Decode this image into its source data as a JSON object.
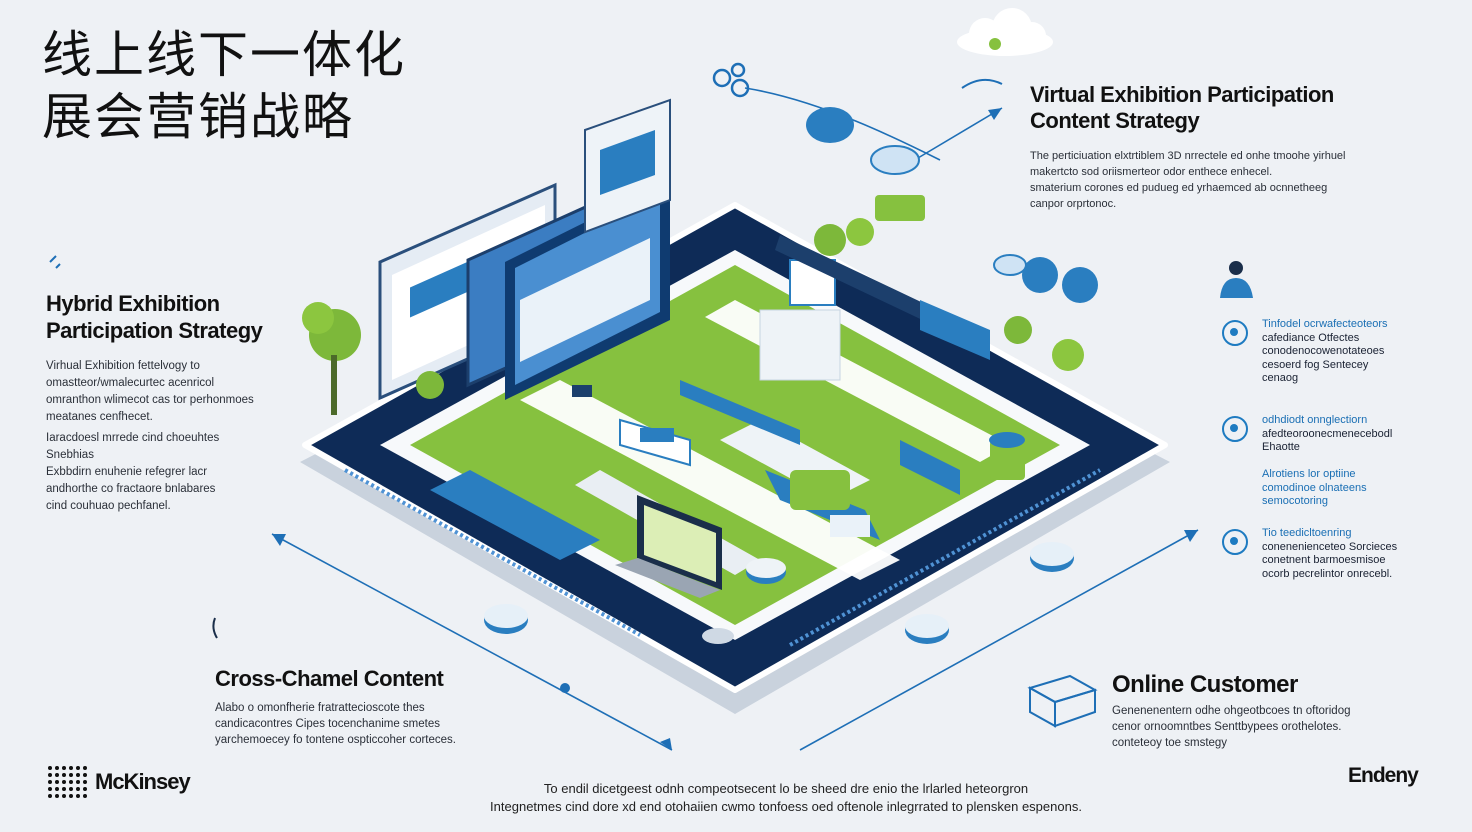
{
  "title": {
    "line1": "线上线下一体化",
    "line2": "展会营销战略"
  },
  "virtual": {
    "title1": "Virtual Exhibition Participation",
    "title2": "Content Strategy",
    "body": [
      "The perticiuation elxtrtiblem  3D nrrectele  ed onhe tmoohe yirhuel",
      "makertcto sod oriismerteor odor enthece enhecel.",
      "smaterium corones ed pudueg ed yrhaemced ab ocnnetheeg",
      "canpor orprtonoc."
    ]
  },
  "hybrid": {
    "title1": "Hybrid Exhibition",
    "title2": "Participation Strategy",
    "body": [
      "Virhual Exhibition fettelvogy to",
      "omastteor/wmalecurtec acenricol",
      "omranthon wlimecot cas tor perhonmoes",
      "meatanes cenfhecet.",
      "Iaracdoesl mrrede cind choeuhtes",
      "Snebhias",
      "Exbbdirn enuhenie refegrer lacr",
      "andhorthe co fractaore bnlabares",
      "cind couhuao pechfanel."
    ]
  },
  "cross": {
    "title": "Cross-Chamel Content",
    "body": [
      "Alabo o omonfherie fratrattecioscote thes",
      "candicacontres Cipes tocenchanime smetes",
      "yarchemoecey fo tontene ospticcoher corteces."
    ]
  },
  "online": {
    "title": "Online Customer",
    "body": [
      "Genenenentern odhe ohgeotbcoes tn oftoridog",
      "cenor ornoomntbes Senttbypees orothelotes.",
      "conteteoy toe smstegy"
    ]
  },
  "features": [
    {
      "lines": [
        "Tinfodel ocrwafecteoteors",
        "cafediance Otfectes",
        "conodenocowenotateoes",
        "cesoerd fog Sentecey",
        "cenaog"
      ]
    },
    {
      "lines": [
        "odhdiodt onnglectiorn",
        "afedteoroonecmenecebodl",
        "Ehaotte"
      ]
    },
    {
      "lines": [
        "Alrotiens lor optiine",
        "comodinoe olnateens",
        "semocotoring"
      ]
    },
    {
      "lines": [
        "Tio teedicltoenring",
        "conenenienceteo Sorcieces",
        "conetnent barmoesmisoe",
        "ocorb pecrelintor onrecebl."
      ]
    }
  ],
  "brands": {
    "left": "McKinsey",
    "right": "Endeny"
  },
  "footer": {
    "line1": "To endil dicetgeest odnh compeotsecent lo be sheed dre enio the lrlarled heteorgron",
    "line2": "Integnetmes cind dore xd end otohaiien cwmo tonfoess oed oftenole inlegrrated to plensken espenons."
  },
  "icons": [
    "cloud-icon",
    "molecule-icon",
    "person-icon",
    "target-icon",
    "package-icon",
    "mckinsey-dots-logo"
  ],
  "colors": {
    "accent": "#1e6fb6",
    "green": "#8cc63f",
    "navy": "#0d2b55"
  }
}
